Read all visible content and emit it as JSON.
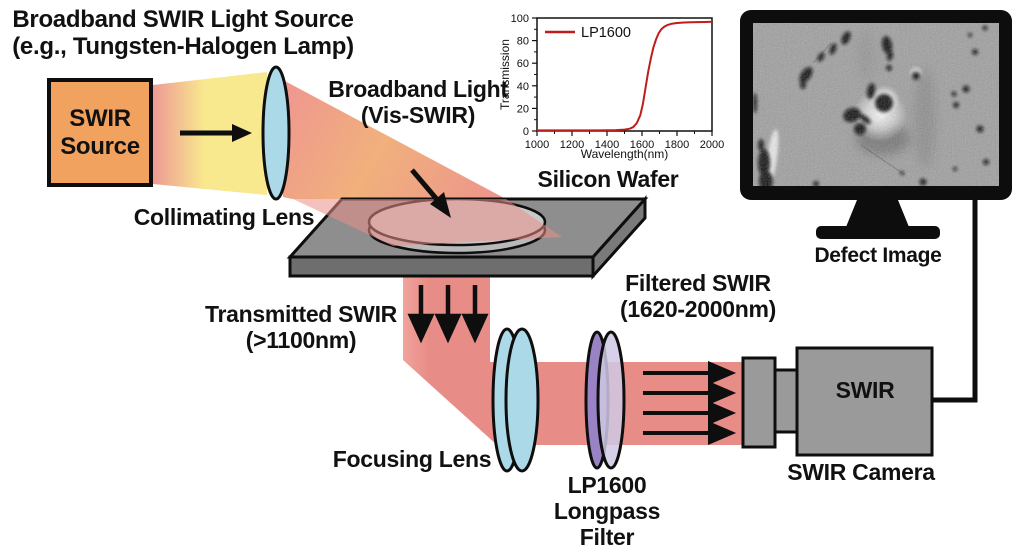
{
  "labels": {
    "source_title": [
      "Broadband SWIR Light Source",
      "(e.g., Tungsten-Halogen Lamp)"
    ],
    "source_box": [
      "SWIR",
      "Source"
    ],
    "collimating_lens": "Collimating Lens",
    "broadband_light": [
      "Broadband Light",
      "(Vis-SWIR)"
    ],
    "silicon_wafer": "Silicon Wafer",
    "transmitted": [
      "Transmitted SWIR",
      "(>1100nm)"
    ],
    "filtered": [
      "Filtered SWIR",
      "(1620-2000nm)"
    ],
    "focusing_lens": "Focusing Lens",
    "longpass_filter": [
      "LP1600",
      "Longpass",
      "Filter"
    ],
    "camera_body": "SWIR",
    "camera_caption": "SWIR Camera",
    "monitor_caption": "Defect Image"
  },
  "colors": {
    "source_box": "#F2A25F",
    "beam_yellow": "#F8E88E",
    "beam_salmon": "#E98E89",
    "beam_orange": "#F1B07C",
    "lens_blue": "#ACD9E7",
    "filter_purple": "#9A83C4",
    "filter_front": "#CFC8E4",
    "stage_top": "#8E8E8E",
    "stage_front": "#6E6E6E",
    "stage_side": "#7A7A7A",
    "wafer_gray": "#C7C7C7",
    "camera_gray": "#9A9A9A",
    "curve_red": "#C01C1C"
  },
  "chart_data": {
    "type": "line",
    "title": "",
    "xlabel": "Wavelength(nm)",
    "ylabel": "Transmission",
    "xlim": [
      1000,
      2000
    ],
    "ylim": [
      0,
      100
    ],
    "x_ticks": [
      1000,
      1200,
      1400,
      1600,
      1800,
      2000
    ],
    "y_ticks": [
      0,
      20,
      40,
      60,
      80,
      100
    ],
    "grid": false,
    "legend_position": "upper-left-inside",
    "series": [
      {
        "name": "LP1600",
        "color": "#C01C1C",
        "points": [
          [
            1000,
            0.5
          ],
          [
            1050,
            0.5
          ],
          [
            1100,
            0.5
          ],
          [
            1150,
            0.5
          ],
          [
            1200,
            0.5
          ],
          [
            1250,
            0.5
          ],
          [
            1300,
            0.5
          ],
          [
            1350,
            0.5
          ],
          [
            1400,
            0.6
          ],
          [
            1450,
            0.8
          ],
          [
            1500,
            1.2
          ],
          [
            1530,
            2
          ],
          [
            1550,
            3.5
          ],
          [
            1570,
            7
          ],
          [
            1590,
            14
          ],
          [
            1605,
            24
          ],
          [
            1620,
            38
          ],
          [
            1635,
            52
          ],
          [
            1650,
            64
          ],
          [
            1665,
            74
          ],
          [
            1680,
            81
          ],
          [
            1695,
            86.5
          ],
          [
            1710,
            90
          ],
          [
            1725,
            92
          ],
          [
            1745,
            93.8
          ],
          [
            1770,
            95
          ],
          [
            1800,
            95.6
          ],
          [
            1840,
            96
          ],
          [
            1880,
            96.2
          ],
          [
            1920,
            96.4
          ],
          [
            1960,
            96.5
          ],
          [
            2000,
            96.6
          ]
        ]
      }
    ]
  }
}
